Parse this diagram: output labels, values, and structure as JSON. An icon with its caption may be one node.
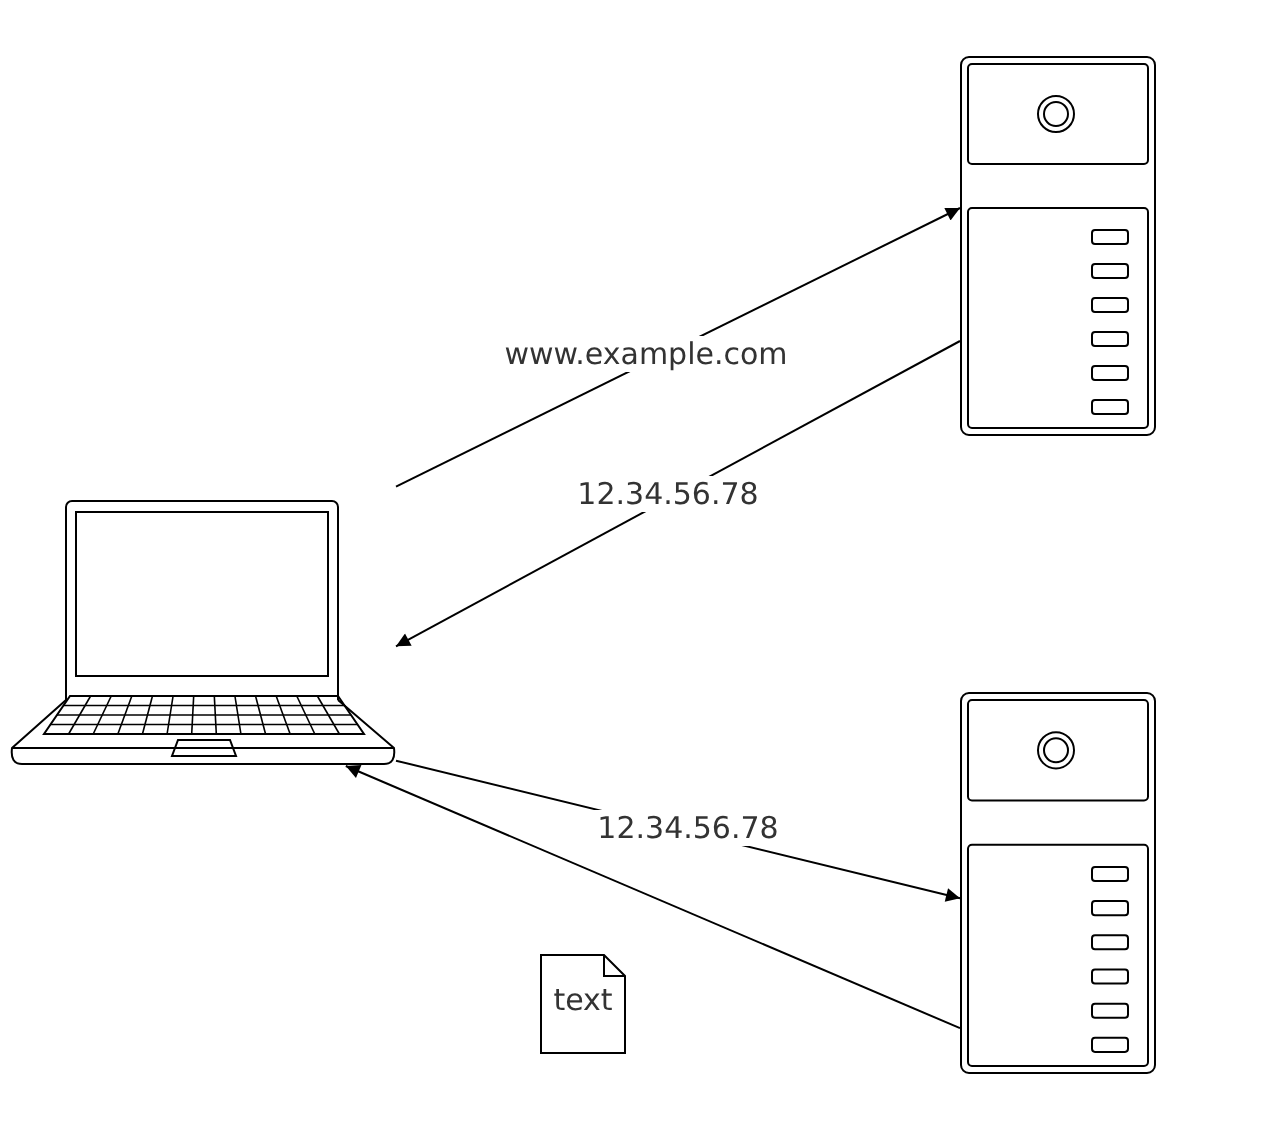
{
  "diagram": {
    "nodes": [
      {
        "text": [],
        "shape": "picture"
      },
      {
        "text": [],
        "shape": "picture"
      },
      {
        "text": [],
        "shape": "picture"
      },
      {
        "text": [
          "text"
        ]
      }
    ],
    "edges": [
      {
        "from": 1,
        "to": 0,
        "arrow": "to",
        "label": "www.example.com"
      },
      {
        "from": 0,
        "to": 1,
        "arrow": "to",
        "label": "12.34.56.78"
      },
      {
        "from": 1,
        "to": 2,
        "arrow": "to",
        "label": "12.34.56.78"
      },
      {
        "from": 2,
        "to": 1,
        "arrow": "to"
      }
    ]
  }
}
